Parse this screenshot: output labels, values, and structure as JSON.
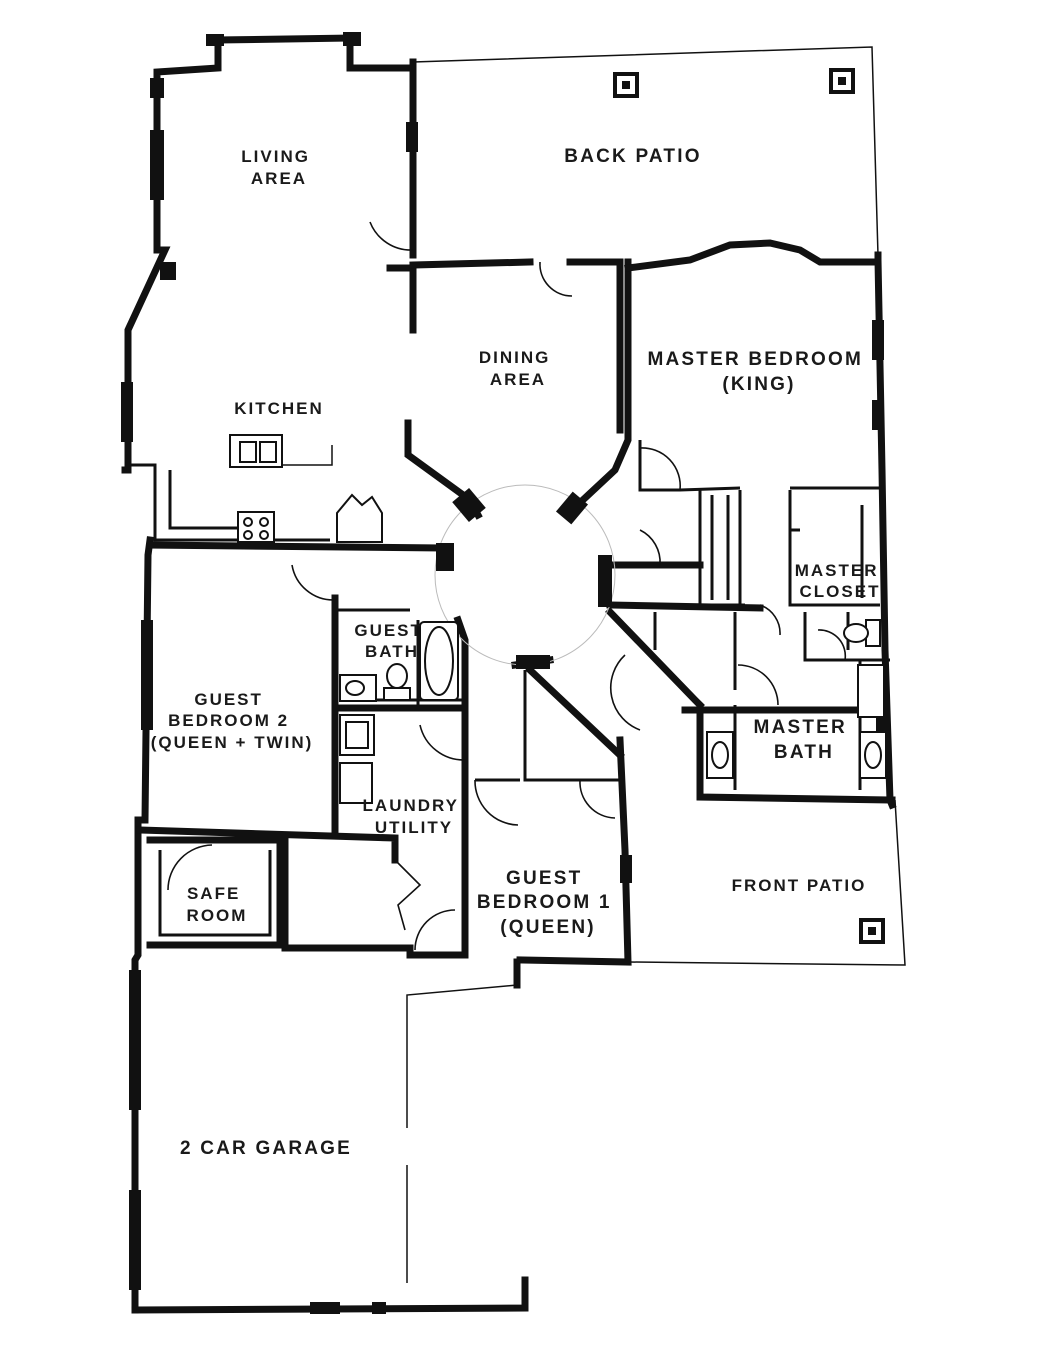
{
  "rooms": {
    "living": [
      "LIVING",
      "AREA"
    ],
    "back_patio": [
      "BACK PATIO"
    ],
    "dining": [
      "DINING",
      "AREA"
    ],
    "master_bedroom": [
      "MASTER BEDROOM",
      "(KING)"
    ],
    "kitchen": [
      "KITCHEN"
    ],
    "master_closet": [
      "MASTER",
      "CLOSET"
    ],
    "guest_bath": [
      "GUEST",
      "BATH"
    ],
    "guest_bedroom_2": [
      "GUEST",
      "BEDROOM 2",
      "(QUEEN + TWIN)"
    ],
    "master_bath": [
      "MASTER",
      "BATH"
    ],
    "laundry": [
      "LAUNDRY",
      "UTILITY"
    ],
    "guest_bedroom_1": [
      "GUEST",
      "BEDROOM 1",
      "(QUEEN)"
    ],
    "safe_room": [
      "SAFE",
      "ROOM"
    ],
    "front_patio": [
      "FRONT PATIO"
    ],
    "garage": [
      "2 CAR GARAGE"
    ]
  }
}
